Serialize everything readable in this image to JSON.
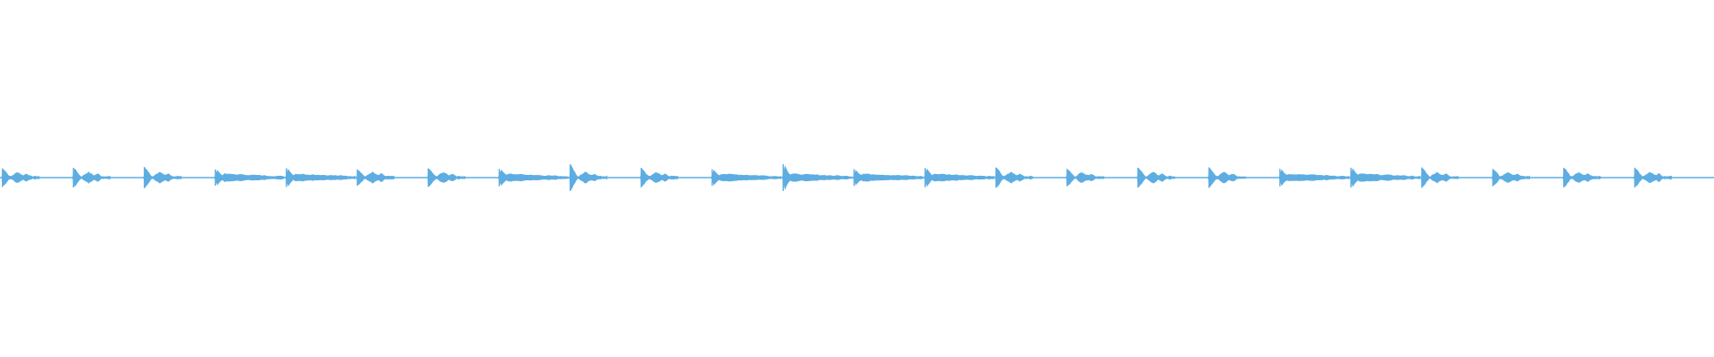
{
  "waveform": {
    "color": "#5DADE2",
    "background": "#FFFFFF",
    "beat_count": 24,
    "beat_shapes": [
      "double",
      "double",
      "double",
      "ramp",
      "ramp",
      "double",
      "double",
      "ramp",
      "double",
      "double",
      "ramp",
      "ramp",
      "ramp",
      "ramp",
      "double",
      "double",
      "double",
      "double",
      "ramp",
      "ramp",
      "double",
      "double",
      "double",
      "double"
    ]
  }
}
